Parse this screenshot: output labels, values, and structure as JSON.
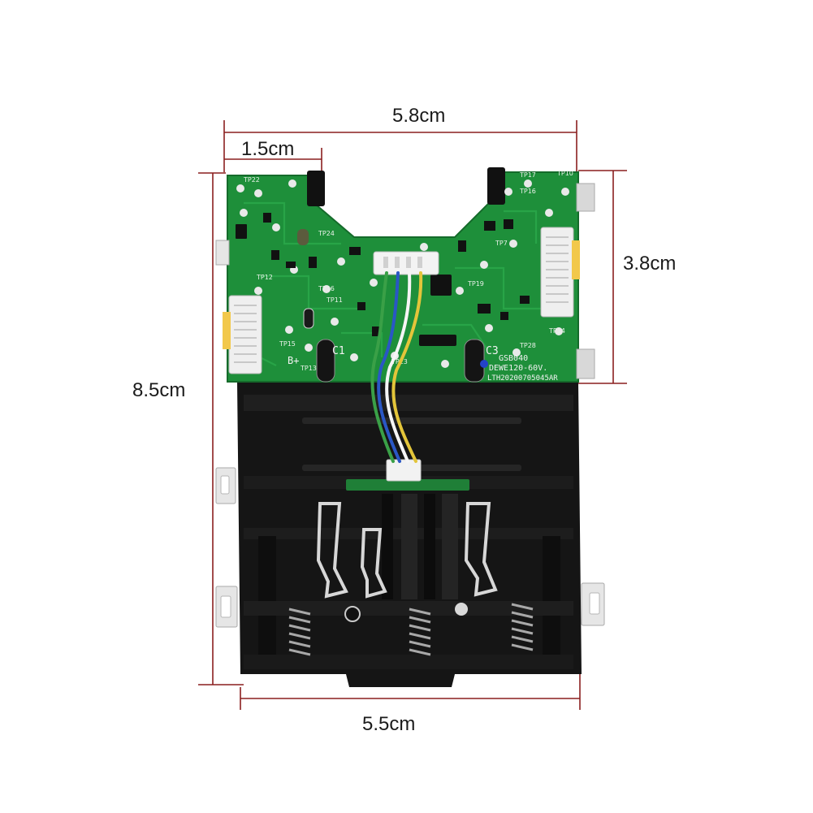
{
  "dimensions": {
    "top_width": "5.8cm",
    "top_inset": "1.5cm",
    "right_height": "3.8cm",
    "left_height": "8.5cm",
    "bottom_width": "5.5cm"
  },
  "pcb_markings": {
    "model": "GSB040",
    "voltage": "DEWE120-60V.",
    "batch": "LTH20200705045AR",
    "cap_c1": "C1",
    "cap_c3": "C3",
    "b_plus": "B+",
    "test_points": [
      "TP22",
      "TP17",
      "TP10",
      "TP16",
      "TP24",
      "TP12",
      "TP16",
      "TP11",
      "TP15",
      "TP13",
      "TP19",
      "TP14",
      "TP28",
      "TP23",
      "TP7"
    ]
  },
  "colors": {
    "dimension_line": "#8a1f1f",
    "pcb_green": "#1e8f3a",
    "pcb_dark": "#166b2c",
    "housing": "#161616",
    "wire_blue": "#2a57c5",
    "wire_yellow": "#e3c53a",
    "wire_white": "#f5f5f5",
    "wire_green": "#3aa047"
  }
}
